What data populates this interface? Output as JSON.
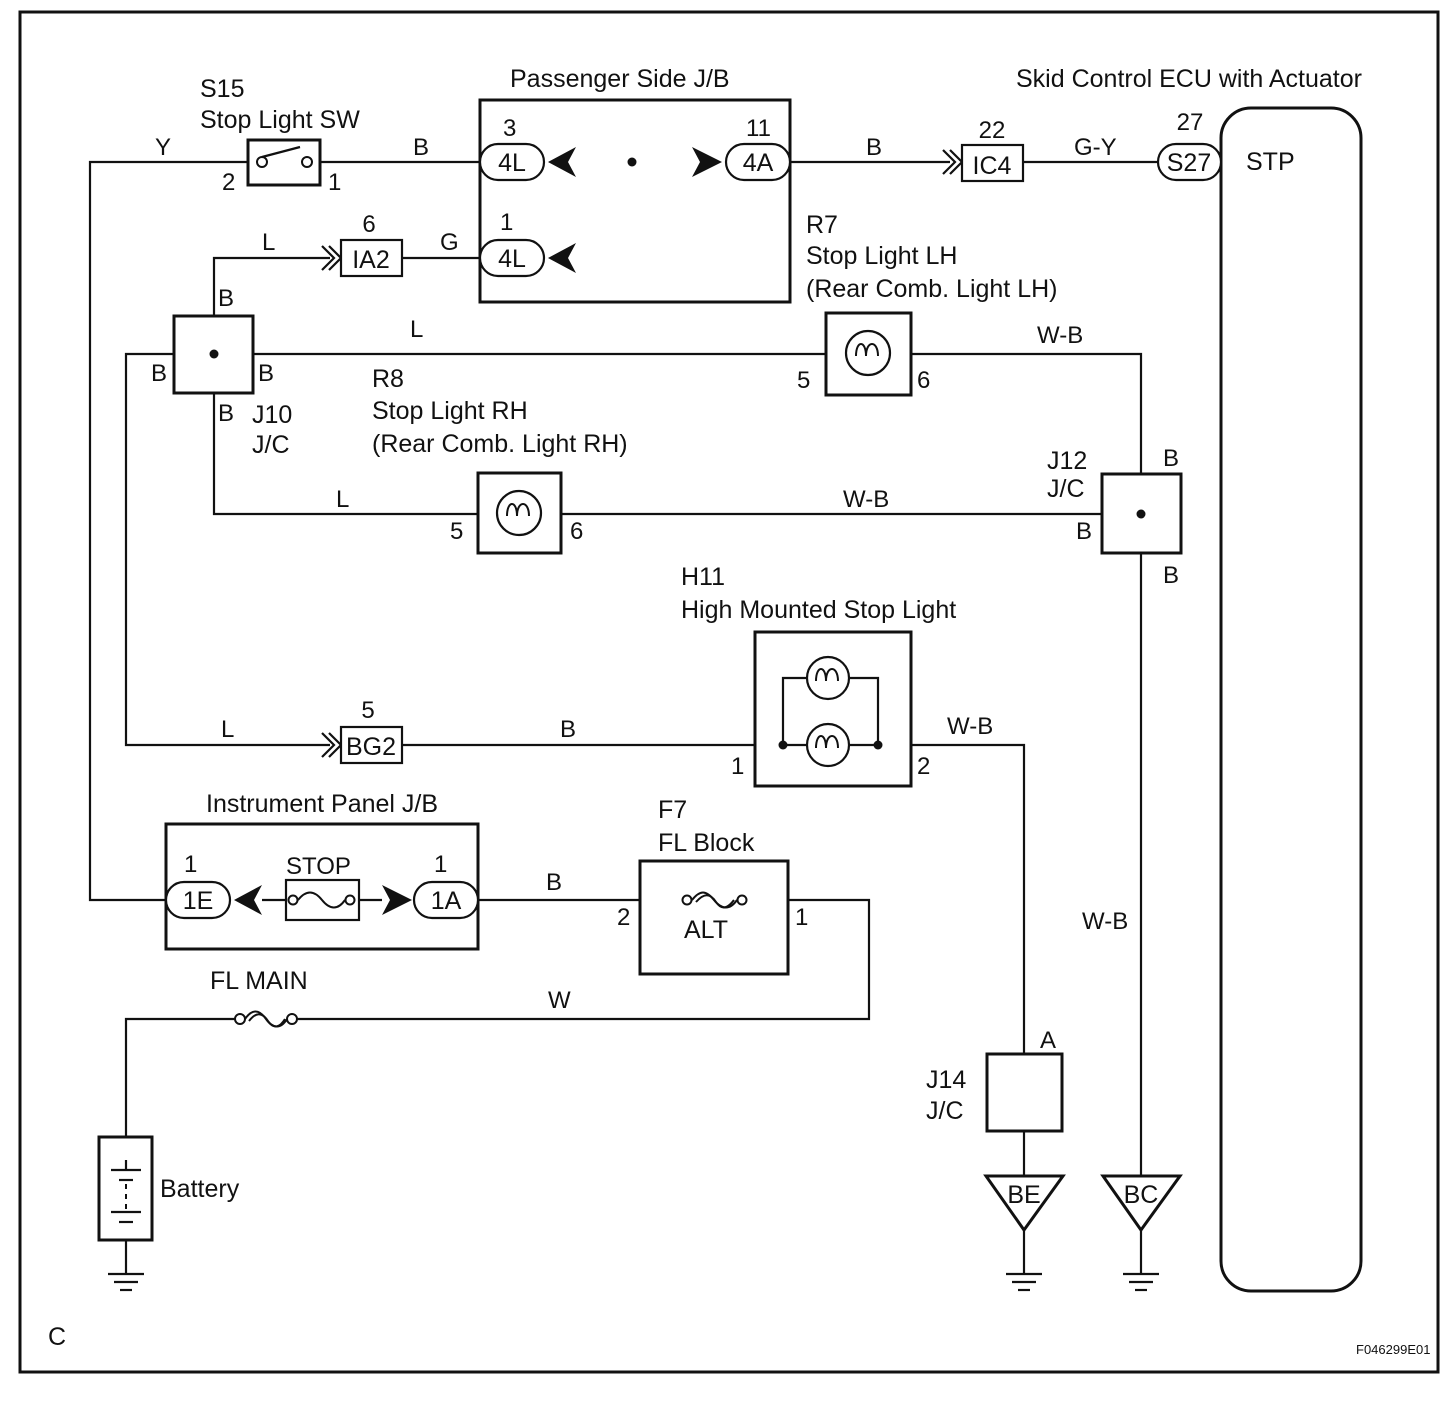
{
  "components": {
    "stop_light_sw": {
      "code": "S15",
      "name": "Stop Light SW",
      "pin_a": "2",
      "pin_b": "1"
    },
    "passenger_jb": {
      "name": "Passenger Side J/B",
      "pin_top_left": "3",
      "conn_top_left": "4L",
      "pin_top_right": "11",
      "conn_top_right": "4A",
      "pin_bottom_left": "1",
      "conn_bottom_left": "4L"
    },
    "ecu": {
      "name": "Skid Control ECU with Actuator",
      "pin": "27",
      "conn": "S27",
      "terminal": "STP"
    },
    "ic4": {
      "pin": "22",
      "conn": "IC4"
    },
    "ia2": {
      "pin": "6",
      "conn": "IA2"
    },
    "stop_lh": {
      "code": "R7",
      "name": "Stop Light LH",
      "sub": "(Rear Comb. Light LH)",
      "pin_a": "5",
      "pin_b": "6"
    },
    "stop_rh": {
      "code": "R8",
      "name": "Stop Light RH",
      "sub": "(Rear Comb. Light RH)",
      "pin_a": "5",
      "pin_b": "6"
    },
    "j10": {
      "code": "J10",
      "type": "J/C",
      "top": "B",
      "left": "B",
      "right": "B",
      "bottom": "B"
    },
    "j12": {
      "code": "J12",
      "type": "J/C",
      "top": "B",
      "left": "B",
      "bottom": "B"
    },
    "hmsl": {
      "code": "H11",
      "name": "High Mounted Stop Light",
      "pin_a": "1",
      "pin_b": "2"
    },
    "bg2": {
      "pin": "5",
      "conn": "BG2"
    },
    "ip_jb": {
      "name": "Instrument Panel J/B",
      "pin_left": "1",
      "conn_left": "1E",
      "fuse": "STOP",
      "pin_right": "1",
      "conn_right": "1A"
    },
    "fl_block": {
      "code": "F7",
      "name": "FL Block",
      "fuse": "ALT",
      "pin_a": "2",
      "pin_b": "1"
    },
    "fl_main": {
      "name": "FL MAIN"
    },
    "battery": {
      "name": "Battery"
    },
    "j14": {
      "code": "J14",
      "type": "J/C",
      "pin": "A"
    },
    "ground_be": {
      "name": "BE"
    },
    "ground_bc": {
      "name": "BC"
    }
  },
  "wire_colors": {
    "sw_in": "Y",
    "sw_out": "B",
    "jb_to_ic4": "B",
    "ic4_to_ecu": "G-Y",
    "to_ia2": "L",
    "ia2_to_jb": "G",
    "j10_to_lh": "L",
    "lh_out": "W-B",
    "j10_to_rh": "L",
    "rh_out": "W-B",
    "to_bg2": "L",
    "bg2_to_hmsl": "B",
    "hmsl_out": "W-B",
    "ipjb_to_fl": "B",
    "fl_main_to_alt": "W",
    "j12_to_bc": "W-B"
  },
  "figure_code": "F046299E01",
  "corner_letter": "C"
}
